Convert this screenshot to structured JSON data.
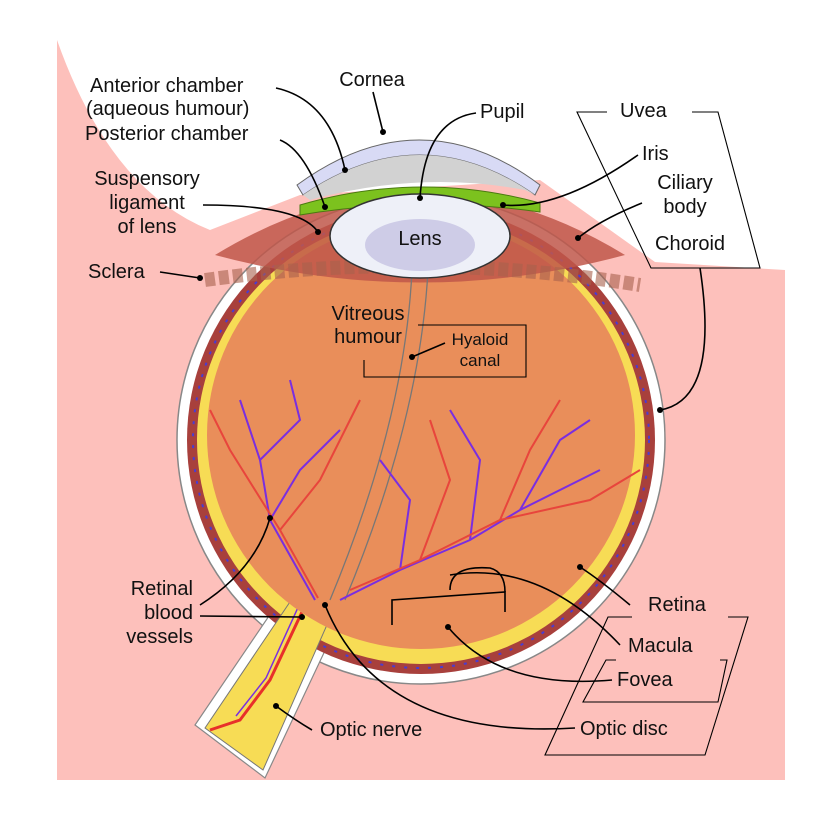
{
  "labels": {
    "anterior_chamber": [
      "Anterior chamber",
      "(aqueous humour)"
    ],
    "posterior_chamber": "Posterior chamber",
    "suspensory_ligament": [
      "Suspensory",
      "ligament",
      "of lens"
    ],
    "sclera": "Sclera",
    "cornea": "Cornea",
    "pupil": "Pupil",
    "uvea": "Uvea",
    "iris": "Iris",
    "ciliary_body": [
      "Ciliary",
      "body"
    ],
    "choroid": "Choroid",
    "lens": "Lens",
    "vitreous_humour": [
      "Vitreous",
      "humour"
    ],
    "hyaloid_canal": [
      "Hyaloid",
      "canal"
    ],
    "retinal_blood_vessels": [
      "Retinal",
      "blood",
      "vessels"
    ],
    "retina": "Retina",
    "macula": "Macula",
    "fovea": "Fovea",
    "optic_nerve": "Optic nerve",
    "optic_disc": "Optic disc"
  },
  "colors": {
    "background_tissue": "#fdc0bb",
    "sclera": "#ffffff",
    "choroid": "#a8403c",
    "retina": "#f7dc55",
    "vitreous": "#e98e5a",
    "iris": "#7cc21e",
    "cornea": "#d8daf5",
    "artery": "#e8453c",
    "vein": "#7a2ee0"
  }
}
